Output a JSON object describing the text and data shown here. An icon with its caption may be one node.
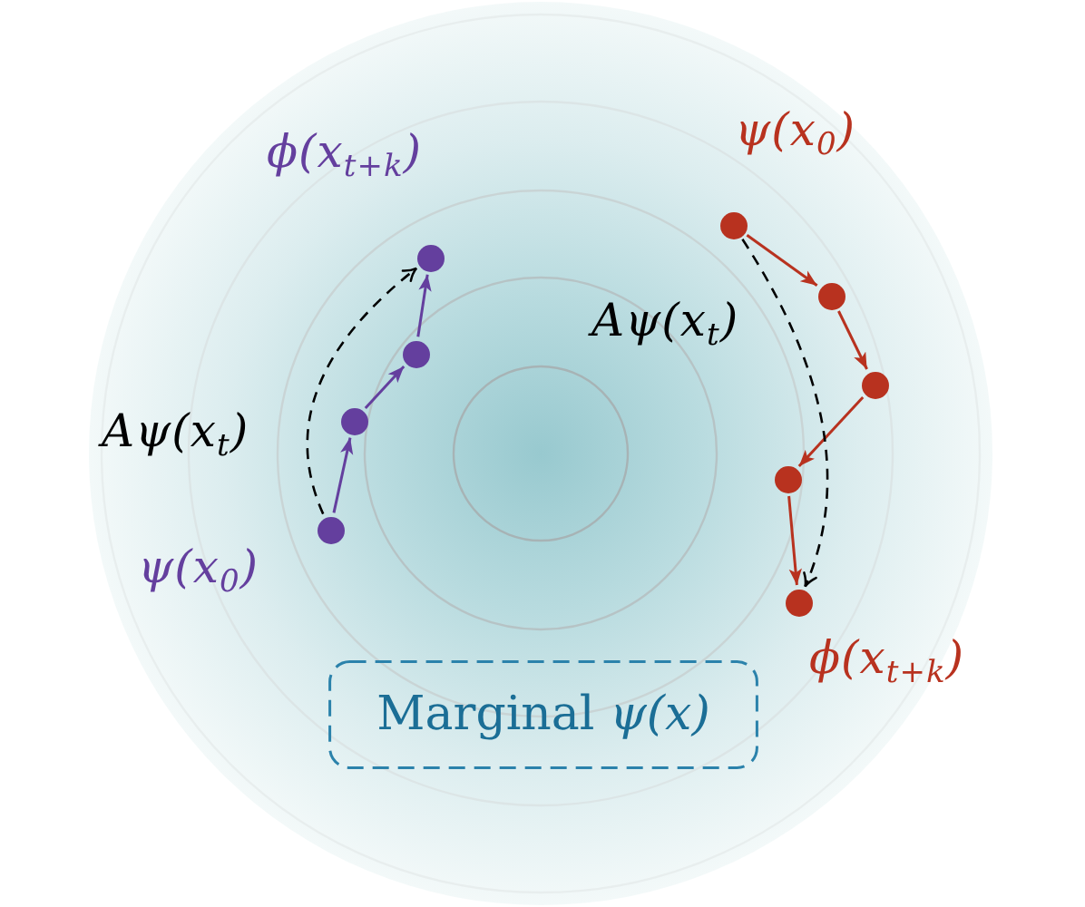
{
  "diagram": {
    "nodes": [
      {
        "text": [],
        "shape": "circle",
        "beside": [
          "ψ(x$_{0}$)"
        ]
      },
      {
        "text": [],
        "shape": "circle"
      },
      {
        "text": [],
        "shape": "circle"
      },
      {
        "text": [],
        "shape": "circle",
        "beside": [
          "ϕ(x$_{t+k}$)"
        ]
      },
      {
        "text": [],
        "shape": "circle",
        "beside": [
          "ψ(x$_{0}$)"
        ]
      },
      {
        "text": [],
        "shape": "circle"
      },
      {
        "text": [],
        "shape": "circle"
      },
      {
        "text": [],
        "shape": "circle"
      },
      {
        "text": [],
        "shape": "circle",
        "beside": [
          "ϕ(x$_{t+k}$)"
        ]
      },
      {
        "text": [
          "Marginal *ψ(x)*"
        ]
      }
    ],
    "edges": [
      {
        "from": 0,
        "to": 1,
        "arrow": "to",
        "color": "#643f9e"
      },
      {
        "from": 1,
        "to": 2,
        "arrow": "to",
        "color": "#643f9e"
      },
      {
        "from": 2,
        "to": 3,
        "arrow": "to",
        "color": "#643f9e"
      },
      {
        "from": 0,
        "to": 3,
        "arrow": "to",
        "label": "Aψ(x$_{t}$)",
        "style": "dashed",
        "color": "#000000"
      },
      {
        "from": 4,
        "to": 5,
        "arrow": "to"
      },
      {
        "from": 5,
        "to": 6,
        "arrow": "to"
      },
      {
        "from": 6,
        "to": 7,
        "arrow": "to"
      },
      {
        "from": 7,
        "to": 8,
        "arrow": "to"
      },
      {
        "from": 4,
        "to": 8,
        "arrow": "to",
        "label": "Aψ(x$_{t}$)",
        "style": "dashed",
        "color": "#000000"
      }
    ]
  }
}
